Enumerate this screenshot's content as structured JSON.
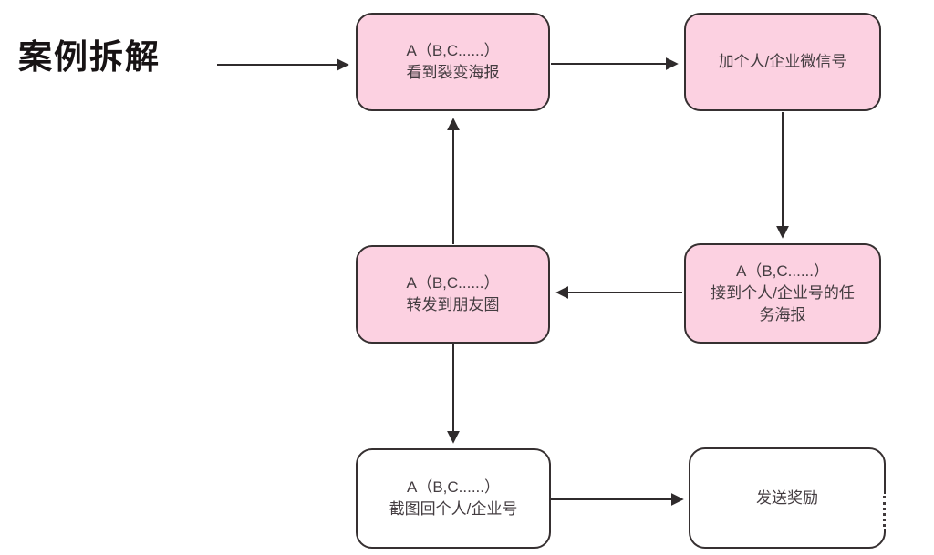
{
  "title": "案例拆解",
  "colors": {
    "box_pink": "#fcd1e1",
    "box_white": "#ffffff",
    "border": "#363031",
    "arrow": "#2f2b2c",
    "text": "#433c40",
    "title_color": "#171314"
  },
  "boxes": [
    {
      "id": "see-poster",
      "fill": "pink",
      "lines": [
        "A（B,C......）",
        "看到裂变海报"
      ]
    },
    {
      "id": "add-wechat",
      "fill": "pink",
      "lines": [
        "加个人/企业微信号"
      ]
    },
    {
      "id": "receive-task-poster",
      "fill": "pink",
      "lines": [
        "A（B,C......）",
        "接到个人/企业号的任",
        "务海报"
      ]
    },
    {
      "id": "forward-moments",
      "fill": "pink",
      "lines": [
        "A（B,C......）",
        "转发到朋友圈"
      ]
    },
    {
      "id": "screenshot-reply",
      "fill": "white",
      "lines": [
        "A（B,C......）",
        "截图回个人/企业号"
      ]
    },
    {
      "id": "send-reward",
      "fill": "white",
      "lines": [
        "发送奖励"
      ]
    }
  ],
  "edges": [
    {
      "from": "title",
      "to": "see-poster"
    },
    {
      "from": "see-poster",
      "to": "add-wechat"
    },
    {
      "from": "add-wechat",
      "to": "receive-task-poster"
    },
    {
      "from": "receive-task-poster",
      "to": "forward-moments"
    },
    {
      "from": "forward-moments",
      "to": "see-poster"
    },
    {
      "from": "forward-moments",
      "to": "screenshot-reply"
    },
    {
      "from": "screenshot-reply",
      "to": "send-reward"
    }
  ]
}
